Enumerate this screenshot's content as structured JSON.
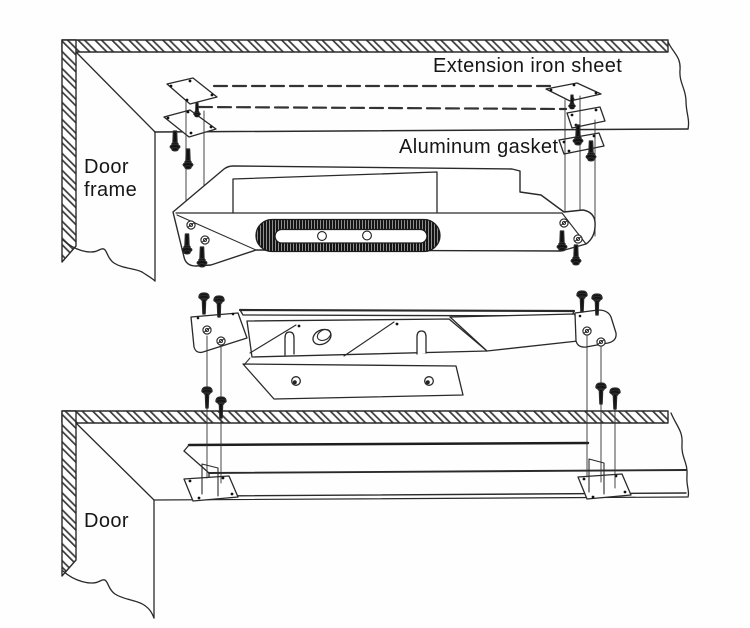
{
  "page": {
    "background": "#fefefe"
  },
  "diagram": {
    "type": "maglock-installation-exploded-view",
    "line_color": "#2a2a2a",
    "screw_color": "#111111",
    "labels": {
      "extension_iron_sheet": "Extension iron sheet",
      "aluminum_gasket": "Aluminum gasket",
      "door_frame": "Door frame",
      "door": "Door"
    }
  }
}
